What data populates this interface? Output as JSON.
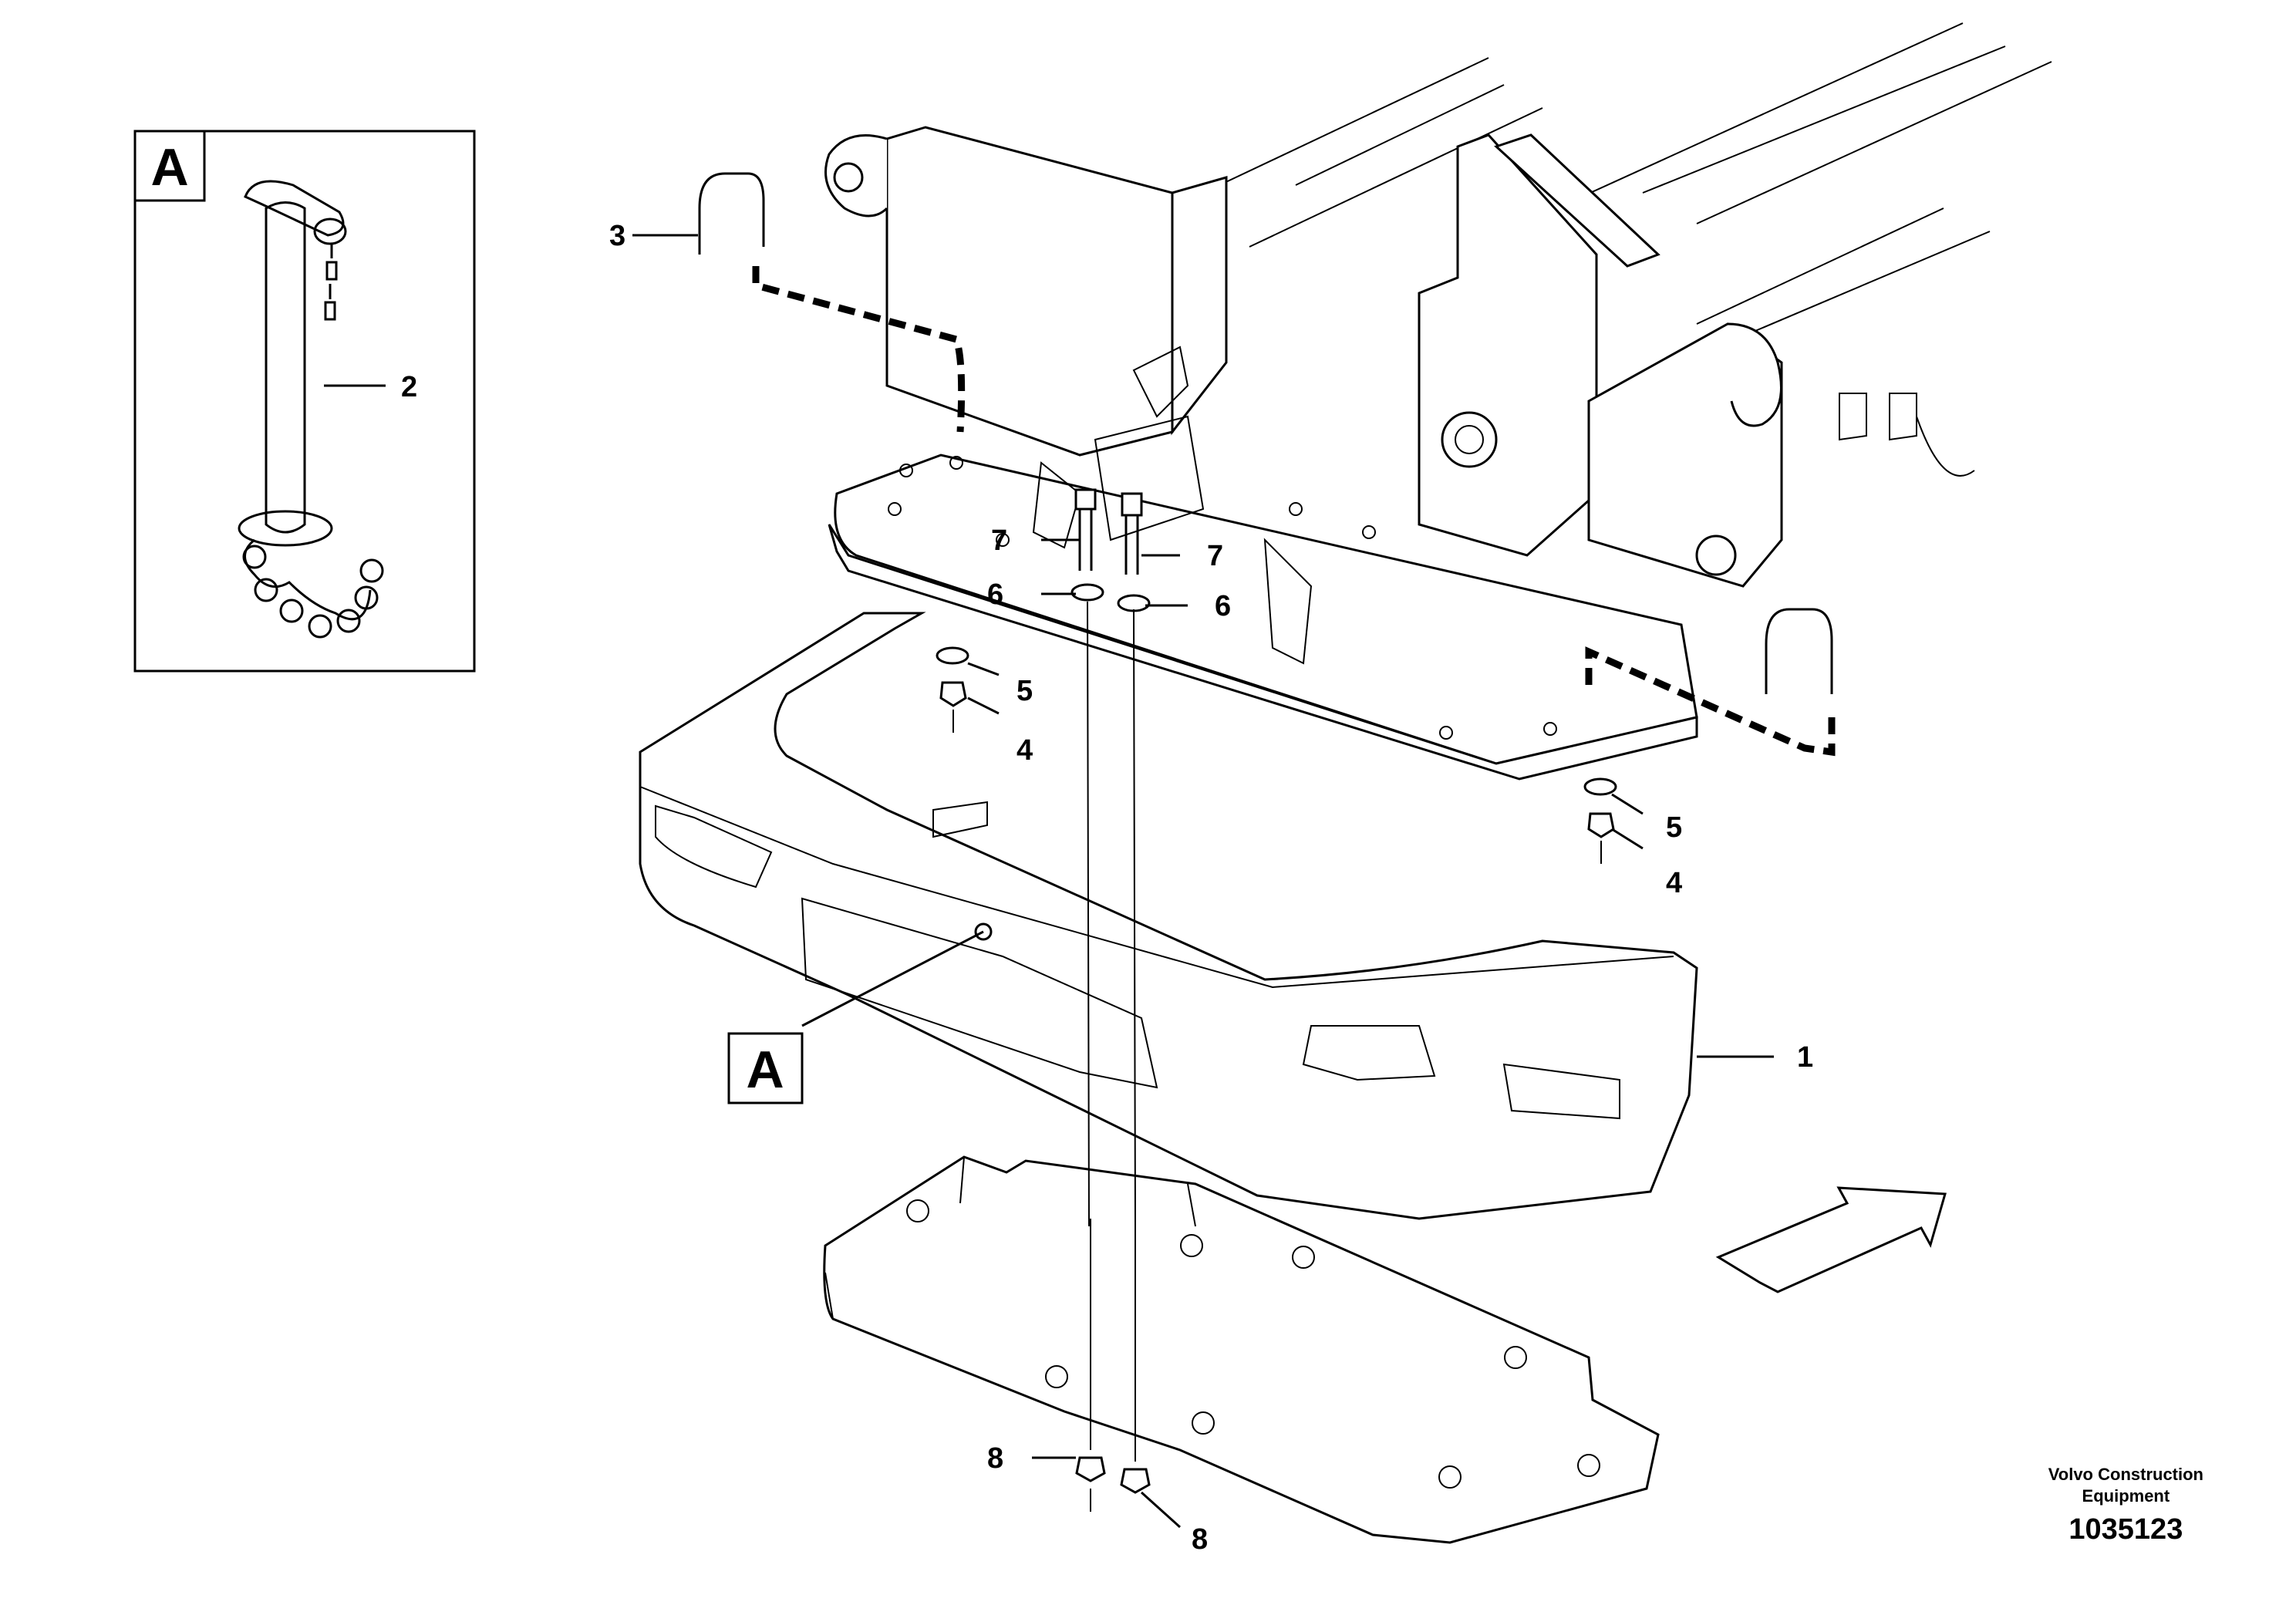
{
  "inset": {
    "label": "A"
  },
  "detail_marker": {
    "label": "A"
  },
  "callouts": [
    "1",
    "2",
    "3",
    "4",
    "4",
    "5",
    "5",
    "6",
    "6",
    "7",
    "7",
    "8",
    "8"
  ],
  "footer": {
    "maker_line1": "Volvo Construction",
    "maker_line2": "Equipment",
    "drawing_number": "1035123"
  }
}
